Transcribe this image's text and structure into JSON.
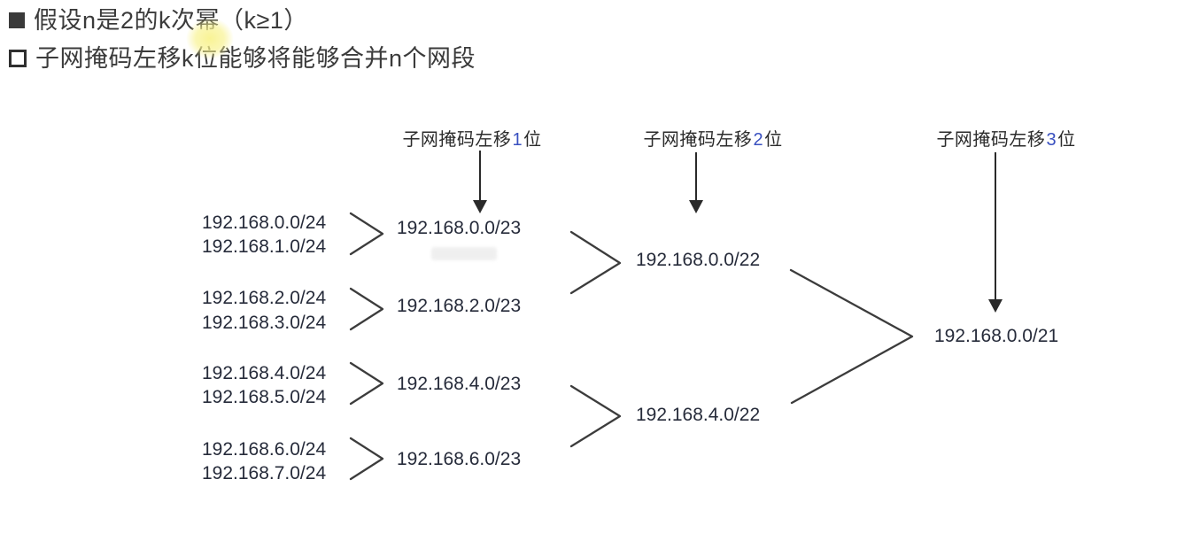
{
  "title_lines": [
    {
      "bullet": "filled-square",
      "text": "假设n是2的k次幂（k≥1）"
    },
    {
      "bullet": "hollow-square",
      "text": "子网掩码左移k位能够将能够合并n个网段"
    }
  ],
  "colors": {
    "background": "#ffffff",
    "title_text": "#3b3b3b",
    "ip_text": "#262b3a",
    "header_text": "#2b2b2b",
    "header_number": "#3950c0",
    "connector_line": "#3c3c3c",
    "highlight": "#f8f28c"
  },
  "diagram": {
    "headers": [
      {
        "prefix": "子网掩码左移",
        "num": "1",
        "suffix": "位"
      },
      {
        "prefix": "子网掩码左移",
        "num": "2",
        "suffix": "位"
      },
      {
        "prefix": "子网掩码左移",
        "num": "3",
        "suffix": "位"
      }
    ],
    "col24": [
      "192.168.0.0/24",
      "192.168.1.0/24",
      "192.168.2.0/24",
      "192.168.3.0/24",
      "192.168.4.0/24",
      "192.168.5.0/24",
      "192.168.6.0/24",
      "192.168.7.0/24"
    ],
    "col23": [
      "192.168.0.0/23",
      "192.168.2.0/23",
      "192.168.4.0/23",
      "192.168.6.0/23"
    ],
    "col22": [
      "192.168.0.0/22",
      "192.168.4.0/22"
    ],
    "col21": [
      "192.168.0.0/21"
    ]
  }
}
